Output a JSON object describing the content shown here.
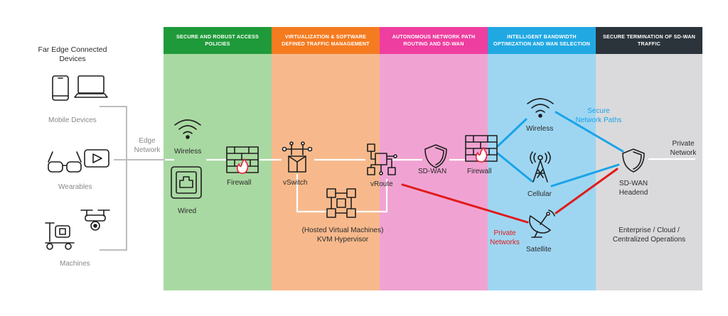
{
  "devices": {
    "title": "Far Edge Connected Devices",
    "mobile": "Mobile Devices",
    "wearables": "Wearables",
    "machines": "Machines",
    "edge_network": "Edge\nNetwork"
  },
  "columns": [
    {
      "header": "SECURE AND ROBUST  ACCESS POLICIES",
      "header_color": "#1f9a3a",
      "body_color": "#a9d9a2"
    },
    {
      "header": "VIRTUALIZATION & SOFTWARE DEFINED TRAFFIC MANAGEMENT",
      "header_color": "#f57b20",
      "body_color": "#f7b98c"
    },
    {
      "header": "AUTONOMOUS NETWORK PATH ROUTING AND SD-WAN",
      "header_color": "#ee3ea0",
      "body_color": "#f0a3d2"
    },
    {
      "header": "INTELLIGENT BANDWIDTH OPTIMIZATION AND WAN SELECTION",
      "header_color": "#21a8e3",
      "body_color": "#9ed6f2"
    },
    {
      "header": "SECURE TERMINATION OF SD-WAN TRAFFIC",
      "header_color": "#2b333b",
      "body_color": "#dadadc"
    }
  ],
  "nodes": {
    "wireless_access": "Wireless",
    "wired": "Wired",
    "firewall_1": "Firewall",
    "vswitch": "vSwitch",
    "hypervisor": "(Hosted Virtual Machines)\nKVM Hypervisor",
    "vroute": "vRoute",
    "sdwan": "SD-WAN",
    "firewall_2": "Firewall",
    "wireless_wan": "Wireless",
    "cellular": "Cellular",
    "satellite": "Satellite",
    "secure_paths": "Secure\nNetwork Paths",
    "private_networks": "Private\nNetworks",
    "headend": "SD-WAN\nHeadend",
    "private_network": "Private\nNetwork",
    "operations": "Enterprise / Cloud /\nCentralized Operations"
  },
  "colors": {
    "secure_path": "#1aa3e8",
    "private_path": "#e11a1a",
    "connector": "#ffffff",
    "device_bracket": "#bdbdbd"
  }
}
